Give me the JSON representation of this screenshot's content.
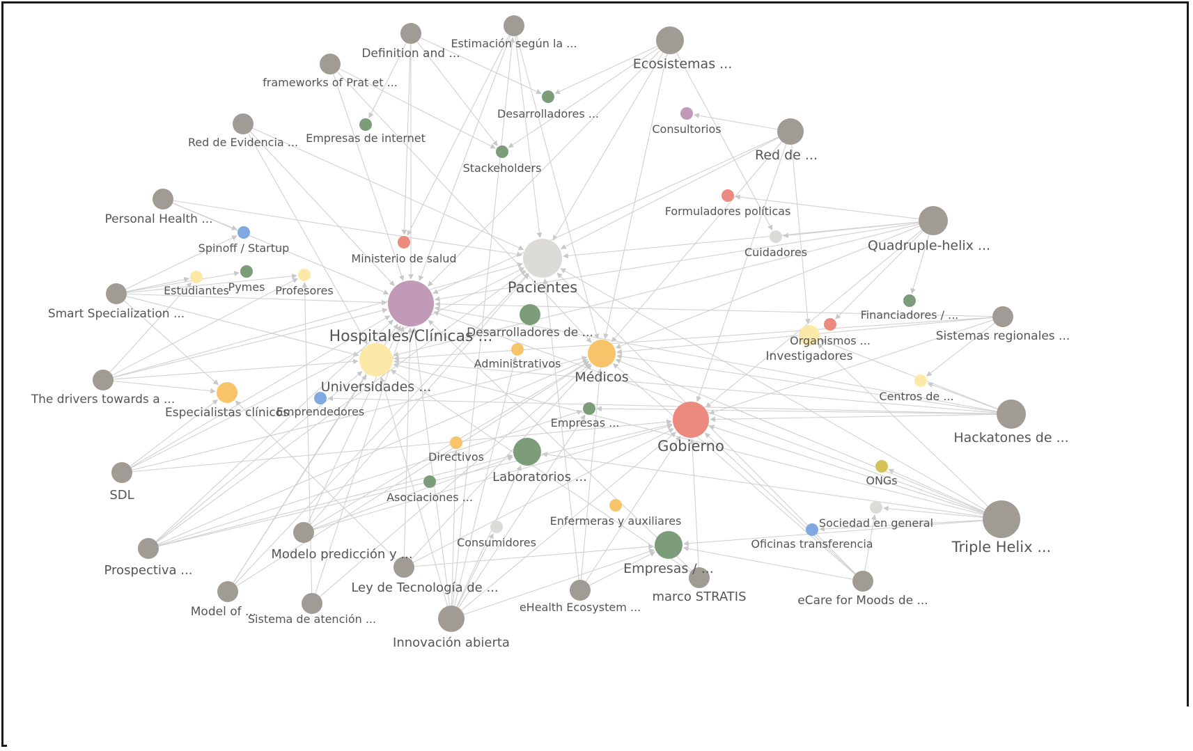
{
  "colors": {
    "gray": "#a09b94",
    "light": "#dcdbd8",
    "purple": "#c19ab8",
    "red": "#ec8a7f",
    "orange": "#f8c46a",
    "yellow_light": "#fce9a8",
    "green": "#7c9c7a",
    "blue": "#7fa9e0",
    "olive": "#d6c358",
    "edge": "#d0d0d0",
    "label": "#555555",
    "frame": "#1a1a1a"
  },
  "nodes": [
    {
      "id": "definition",
      "label": "Definition and ...",
      "color": "gray",
      "size": "s"
    },
    {
      "id": "estimacion",
      "label": "Estimación según la ...",
      "color": "gray",
      "size": "s"
    },
    {
      "id": "ecosistemas",
      "label": "Ecosistemas ...",
      "color": "gray",
      "size": "m"
    },
    {
      "id": "frameworks",
      "label": "frameworks of Prat et ...",
      "color": "gray",
      "size": "s"
    },
    {
      "id": "desarrolladores1",
      "label": "Desarrolladores ...",
      "color": "green",
      "size": "xs"
    },
    {
      "id": "consultorios",
      "label": "Consultorios",
      "color": "purple",
      "size": "xs"
    },
    {
      "id": "reddeevidencia",
      "label": "Red de Evidencia ...",
      "color": "gray",
      "size": "s"
    },
    {
      "id": "empresasinternet",
      "label": "Empresas de internet",
      "color": "green",
      "size": "xs"
    },
    {
      "id": "redde",
      "label": "Red de ...",
      "color": "gray",
      "size": "m"
    },
    {
      "id": "stackeholders",
      "label": "Stackeholders",
      "color": "green",
      "size": "xs"
    },
    {
      "id": "personalhealth",
      "label": "Personal Health ...",
      "color": "gray",
      "size": "s"
    },
    {
      "id": "formuladores",
      "label": "Formuladores políticas",
      "color": "red",
      "size": "xs"
    },
    {
      "id": "quadruple",
      "label": "Quadruple-helix ...",
      "color": "gray",
      "size": "m"
    },
    {
      "id": "spinoff",
      "label": "Spinoff / Startup",
      "color": "blue",
      "size": "xs"
    },
    {
      "id": "cuidadores",
      "label": "Cuidadores",
      "color": "light",
      "size": "xs"
    },
    {
      "id": "ministerio",
      "label": "Ministerio de salud",
      "color": "red",
      "size": "xs"
    },
    {
      "id": "pacientes",
      "label": "Pacientes",
      "color": "light",
      "size": "l"
    },
    {
      "id": "estudiantes",
      "label": "Estudiantes",
      "color": "yellow_light",
      "size": "xs"
    },
    {
      "id": "pymes",
      "label": "Pymes",
      "color": "green",
      "size": "xs"
    },
    {
      "id": "profesores",
      "label": "Profesores",
      "color": "yellow_light",
      "size": "xs"
    },
    {
      "id": "smart",
      "label": "Smart Specialization ...",
      "color": "gray",
      "size": "s"
    },
    {
      "id": "hospitales",
      "label": "Hospitales/Clínicas ...",
      "color": "purple",
      "size": "xl"
    },
    {
      "id": "desarrolladores2",
      "label": "Desarrolladores de ...",
      "color": "green",
      "size": "s"
    },
    {
      "id": "financiadores",
      "label": "Financiadores / ...",
      "color": "green",
      "size": "xs"
    },
    {
      "id": "sistemasregionales",
      "label": "Sistemas regionales ...",
      "color": "gray",
      "size": "s"
    },
    {
      "id": "organismos",
      "label": "Organismos ...",
      "color": "red",
      "size": "xs"
    },
    {
      "id": "investigadores",
      "label": "Investigadores",
      "color": "yellow_light",
      "size": "s"
    },
    {
      "id": "administrativos",
      "label": "Administrativos",
      "color": "orange",
      "size": "xs"
    },
    {
      "id": "medicos",
      "label": "Médicos",
      "color": "orange",
      "size": "m"
    },
    {
      "id": "thedrivers",
      "label": "The drivers towards a ...",
      "color": "gray",
      "size": "s"
    },
    {
      "id": "universidades",
      "label": "Universidades ...",
      "color": "yellow_light",
      "size": "l"
    },
    {
      "id": "centros",
      "label": "Centros de ...",
      "color": "yellow_light",
      "size": "xs"
    },
    {
      "id": "especialistas",
      "label": "Especialistas clínicos",
      "color": "orange",
      "size": "s"
    },
    {
      "id": "emprendedores",
      "label": "Emprendedores",
      "color": "blue",
      "size": "xs"
    },
    {
      "id": "empresas",
      "label": "Empresas ...",
      "color": "green",
      "size": "xs"
    },
    {
      "id": "hackatones",
      "label": "Hackatones de ...",
      "color": "gray",
      "size": "m"
    },
    {
      "id": "gobierno",
      "label": "Gobierno",
      "color": "red",
      "size": "l"
    },
    {
      "id": "directivos",
      "label": "Directivos",
      "color": "orange",
      "size": "xs"
    },
    {
      "id": "laboratorios",
      "label": "Laboratorios ...",
      "color": "green",
      "size": "m"
    },
    {
      "id": "sdl",
      "label": "SDL",
      "color": "gray",
      "size": "s"
    },
    {
      "id": "ongs",
      "label": "ONGs",
      "color": "olive",
      "size": "xs"
    },
    {
      "id": "asociaciones",
      "label": "Asociaciones ...",
      "color": "green",
      "size": "xs"
    },
    {
      "id": "enfermeras",
      "label": "Enfermeras y auxiliares",
      "color": "orange",
      "size": "xs"
    },
    {
      "id": "sociedad",
      "label": "Sociedad en general",
      "color": "light",
      "size": "xs"
    },
    {
      "id": "triplehelix",
      "label": "Triple Helix ...",
      "color": "gray",
      "size": "l"
    },
    {
      "id": "consumidores",
      "label": "Consumidores",
      "color": "light",
      "size": "xs"
    },
    {
      "id": "oficinas",
      "label": "Oficinas transferencia",
      "color": "blue",
      "size": "xs"
    },
    {
      "id": "modelo",
      "label": "Modelo predicción y ...",
      "color": "gray",
      "size": "s"
    },
    {
      "id": "prospectiva",
      "label": "Prospectiva ...",
      "color": "gray",
      "size": "s"
    },
    {
      "id": "empresas2",
      "label": "Empresas / ...",
      "color": "green",
      "size": "m"
    },
    {
      "id": "ley",
      "label": "Ley de Tecnología de ...",
      "color": "gray",
      "size": "s"
    },
    {
      "id": "marco",
      "label": "marco STRATIS",
      "color": "gray",
      "size": "s"
    },
    {
      "id": "ecare",
      "label": "eCare for Moods de ...",
      "color": "gray",
      "size": "s"
    },
    {
      "id": "ehealth",
      "label": "eHealth Ecosystem ...",
      "color": "gray",
      "size": "s"
    },
    {
      "id": "modelof",
      "label": "Model of ...",
      "color": "gray",
      "size": "s"
    },
    {
      "id": "sistemaatencion",
      "label": "Sistema de atención ...",
      "color": "gray",
      "size": "s"
    },
    {
      "id": "innovacion",
      "label": "Innovación abierta",
      "color": "gray",
      "size": "m"
    }
  ],
  "edges": [
    [
      "definition",
      "ministerio"
    ],
    [
      "definition",
      "empresasinternet"
    ],
    [
      "definition",
      "desarrolladores1"
    ],
    [
      "definition",
      "stackeholders"
    ],
    [
      "definition",
      "hospitales"
    ],
    [
      "estimacion",
      "hospitales"
    ],
    [
      "estimacion",
      "medicos"
    ],
    [
      "estimacion",
      "pacientes"
    ],
    [
      "estimacion",
      "ministerio"
    ],
    [
      "ecosistemas",
      "desarrolladores1"
    ],
    [
      "ecosistemas",
      "stackeholders"
    ],
    [
      "ecosistemas",
      "pacientes"
    ],
    [
      "ecosistemas",
      "medicos"
    ],
    [
      "ecosistemas",
      "hospitales"
    ],
    [
      "ecosistemas",
      "cuidadores"
    ],
    [
      "frameworks",
      "hospitales"
    ],
    [
      "frameworks",
      "stackeholders"
    ],
    [
      "frameworks",
      "medicos"
    ],
    [
      "reddeevidencia",
      "hospitales"
    ],
    [
      "reddeevidencia",
      "pacientes"
    ],
    [
      "reddeevidencia",
      "universidades"
    ],
    [
      "redde",
      "consultorios"
    ],
    [
      "redde",
      "pacientes"
    ],
    [
      "redde",
      "hospitales"
    ],
    [
      "redde",
      "investigadores"
    ],
    [
      "redde",
      "gobierno"
    ],
    [
      "redde",
      "medicos"
    ],
    [
      "personalhealth",
      "spinoff"
    ],
    [
      "personalhealth",
      "pacientes"
    ],
    [
      "personalhealth",
      "hospitales"
    ],
    [
      "quadruple",
      "pacientes"
    ],
    [
      "quadruple",
      "formuladores"
    ],
    [
      "quadruple",
      "financiadores"
    ],
    [
      "quadruple",
      "universidades"
    ],
    [
      "quadruple",
      "gobierno"
    ],
    [
      "quadruple",
      "organismos"
    ],
    [
      "quadruple",
      "medicos"
    ],
    [
      "quadruple",
      "hospitales"
    ],
    [
      "quadruple",
      "cuidadores"
    ],
    [
      "smart",
      "estudiantes"
    ],
    [
      "smart",
      "pymes"
    ],
    [
      "smart",
      "profesores"
    ],
    [
      "smart",
      "hospitales"
    ],
    [
      "smart",
      "universidades"
    ],
    [
      "smart",
      "especialistas"
    ],
    [
      "smart",
      "spinoff"
    ],
    [
      "sistemasregionales",
      "hospitales"
    ],
    [
      "sistemasregionales",
      "universidades"
    ],
    [
      "sistemasregionales",
      "gobierno"
    ],
    [
      "sistemasregionales",
      "centros"
    ],
    [
      "sistemasregionales",
      "medicos"
    ],
    [
      "thedrivers",
      "hospitales"
    ],
    [
      "thedrivers",
      "universidades"
    ],
    [
      "thedrivers",
      "especialistas"
    ],
    [
      "thedrivers",
      "pacientes"
    ],
    [
      "thedrivers",
      "profesores"
    ],
    [
      "thedrivers",
      "estudiantes"
    ],
    [
      "hackatones",
      "hospitales"
    ],
    [
      "hackatones",
      "universidades"
    ],
    [
      "hackatones",
      "gobierno"
    ],
    [
      "hackatones",
      "medicos"
    ],
    [
      "hackatones",
      "empresas"
    ],
    [
      "hackatones",
      "investigadores"
    ],
    [
      "hackatones",
      "emprendedores"
    ],
    [
      "hackatones",
      "centros"
    ],
    [
      "sdl",
      "pacientes"
    ],
    [
      "sdl",
      "hospitales"
    ],
    [
      "sdl",
      "gobierno"
    ],
    [
      "sdl",
      "medicos"
    ],
    [
      "sdl",
      "especialistas"
    ],
    [
      "triplehelix",
      "universidades"
    ],
    [
      "triplehelix",
      "gobierno"
    ],
    [
      "triplehelix",
      "empresas2"
    ],
    [
      "triplehelix",
      "hospitales"
    ],
    [
      "triplehelix",
      "medicos"
    ],
    [
      "triplehelix",
      "investigadores"
    ],
    [
      "triplehelix",
      "pacientes"
    ],
    [
      "triplehelix",
      "sociedad"
    ],
    [
      "triplehelix",
      "oficinas"
    ],
    [
      "triplehelix",
      "laboratorios"
    ],
    [
      "triplehelix",
      "ongs"
    ],
    [
      "modelo",
      "hospitales"
    ],
    [
      "modelo",
      "medicos"
    ],
    [
      "modelo",
      "pacientes"
    ],
    [
      "modelo",
      "gobierno"
    ],
    [
      "modelo",
      "laboratorios"
    ],
    [
      "prospectiva",
      "hospitales"
    ],
    [
      "prospectiva",
      "universidades"
    ],
    [
      "prospectiva",
      "gobierno"
    ],
    [
      "prospectiva",
      "medicos"
    ],
    [
      "prospectiva",
      "laboratorios"
    ],
    [
      "prospectiva",
      "empresas"
    ],
    [
      "prospectiva",
      "pacientes"
    ],
    [
      "ley",
      "gobierno"
    ],
    [
      "ley",
      "hospitales"
    ],
    [
      "ley",
      "medicos"
    ],
    [
      "ley",
      "especialistas"
    ],
    [
      "ley",
      "empresas2"
    ],
    [
      "marco",
      "gobierno"
    ],
    [
      "marco",
      "universidades"
    ],
    [
      "marco",
      "hospitales"
    ],
    [
      "ecare",
      "sociedad"
    ],
    [
      "ecare",
      "gobierno"
    ],
    [
      "ecare",
      "empresas2"
    ],
    [
      "ecare",
      "medicos"
    ],
    [
      "ecare",
      "pacientes"
    ],
    [
      "ehealth",
      "gobierno"
    ],
    [
      "ehealth",
      "medicos"
    ],
    [
      "ehealth",
      "empresas2"
    ],
    [
      "ehealth",
      "pacientes"
    ],
    [
      "modelof",
      "pacientes"
    ],
    [
      "modelof",
      "hospitales"
    ],
    [
      "modelof",
      "universidades"
    ],
    [
      "modelof",
      "medicos"
    ],
    [
      "sistemaatencion",
      "hospitales"
    ],
    [
      "sistemaatencion",
      "profesores"
    ],
    [
      "sistemaatencion",
      "medicos"
    ],
    [
      "innovacion",
      "hospitales"
    ],
    [
      "innovacion",
      "universidades"
    ],
    [
      "innovacion",
      "empresas"
    ],
    [
      "innovacion",
      "empresas2"
    ],
    [
      "innovacion",
      "laboratorios"
    ],
    [
      "innovacion",
      "directivos"
    ],
    [
      "innovacion",
      "consumidores"
    ],
    [
      "innovacion",
      "administrativos"
    ],
    [
      "innovacion",
      "estimacion"
    ],
    [
      "innovacion",
      "gobierno"
    ]
  ]
}
